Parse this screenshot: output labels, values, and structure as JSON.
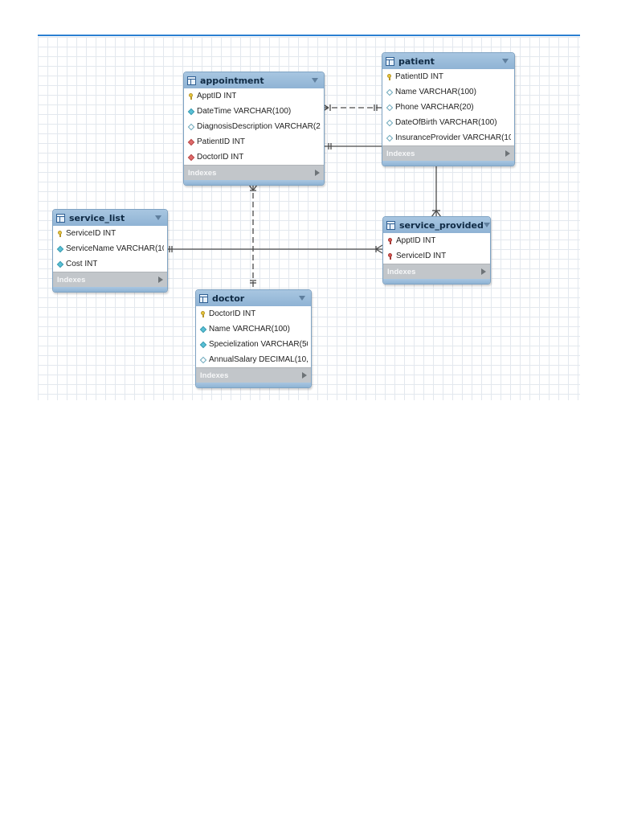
{
  "tables": [
    {
      "name": "appointment",
      "columns": [
        {
          "text": "ApptID INT",
          "icon": "primary-key-icon"
        },
        {
          "text": "DateTime VARCHAR(100)",
          "icon": "filled-diamond-icon"
        },
        {
          "text": "DiagnosisDescription VARCHAR(25...",
          "icon": "open-diamond-icon"
        },
        {
          "text": "PatientID INT",
          "icon": "foreign-key-diamond-icon"
        },
        {
          "text": "DoctorID INT",
          "icon": "foreign-key-diamond-icon"
        }
      ],
      "indexes_label": "Indexes"
    },
    {
      "name": "patient",
      "columns": [
        {
          "text": "PatientID INT",
          "icon": "primary-key-icon"
        },
        {
          "text": "Name VARCHAR(100)",
          "icon": "open-diamond-icon"
        },
        {
          "text": "Phone VARCHAR(20)",
          "icon": "open-diamond-icon"
        },
        {
          "text": "DateOfBirth VARCHAR(100)",
          "icon": "open-diamond-icon"
        },
        {
          "text": "InsuranceProvider VARCHAR(10...",
          "icon": "open-diamond-icon"
        }
      ],
      "indexes_label": "Indexes"
    },
    {
      "name": "service_list",
      "columns": [
        {
          "text": "ServiceID INT",
          "icon": "primary-key-icon"
        },
        {
          "text": "ServiceName VARCHAR(10...",
          "icon": "filled-diamond-icon"
        },
        {
          "text": "Cost INT",
          "icon": "filled-diamond-icon"
        }
      ],
      "indexes_label": "Indexes"
    },
    {
      "name": "service_provided",
      "columns": [
        {
          "text": "ApptID INT",
          "icon": "primary-foreign-key-icon"
        },
        {
          "text": "ServiceID INT",
          "icon": "primary-foreign-key-icon"
        }
      ],
      "indexes_label": "Indexes"
    },
    {
      "name": "doctor",
      "columns": [
        {
          "text": "DoctorID INT",
          "icon": "primary-key-icon"
        },
        {
          "text": "Name VARCHAR(100)",
          "icon": "filled-diamond-icon"
        },
        {
          "text": "Specielization VARCHAR(50)",
          "icon": "filled-diamond-icon"
        },
        {
          "text": "AnnualSalary DECIMAL(10,...",
          "icon": "open-diamond-icon"
        }
      ],
      "indexes_label": "Indexes"
    }
  ],
  "colors": {
    "header": "#9dbddb",
    "grid": "#e3e8ee",
    "top_rule": "#2b7fd1",
    "relationship_line": "#4a4a4a"
  }
}
